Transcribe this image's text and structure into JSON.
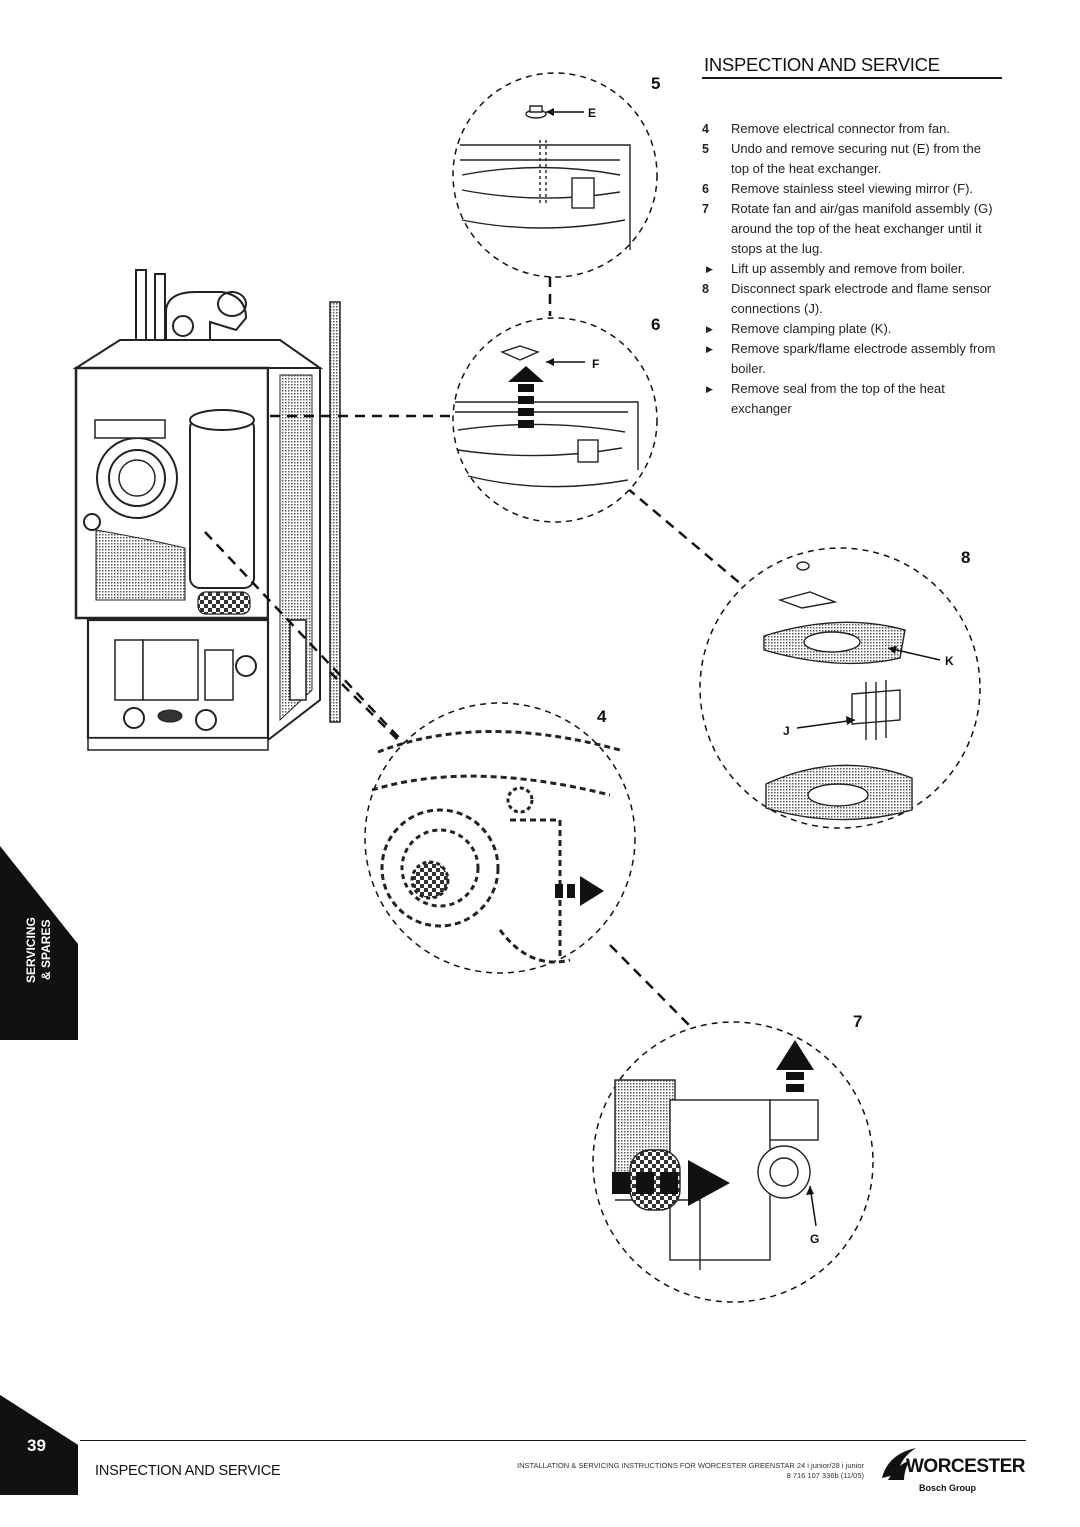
{
  "header": {
    "title": "INSPECTION AND SERVICE"
  },
  "steps": [
    {
      "marker": "4",
      "text": "Remove electrical connector from fan."
    },
    {
      "marker": "5",
      "text": "Undo and remove securing nut (E) from the top of the heat exchanger."
    },
    {
      "marker": "6",
      "text": "Remove stainless steel viewing mirror (F)."
    },
    {
      "marker": "7",
      "text": "Rotate fan and air/gas manifold assembly (G) around the top of the heat exchanger until it stops at the lug."
    },
    {
      "marker": "arrow",
      "text": "Lift up assembly and remove from boiler."
    },
    {
      "marker": "8",
      "text": "Disconnect spark electrode and flame sensor connections (J)."
    },
    {
      "marker": "arrow",
      "text": "Remove clamping plate (K)."
    },
    {
      "marker": "arrow",
      "text": "Remove spark/flame electrode assembly from boiler."
    },
    {
      "marker": "arrow",
      "text": "Remove seal from the top of the heat exchanger"
    }
  ],
  "figures": {
    "fig5": {
      "number": "5",
      "callout": "E"
    },
    "fig6": {
      "number": "6",
      "callout": "F"
    },
    "fig8": {
      "number": "8",
      "callouts": [
        "K",
        "J"
      ]
    },
    "fig4": {
      "number": "4"
    },
    "fig7": {
      "number": "7",
      "callout": "G"
    }
  },
  "side_tab": {
    "line1": "SERVICING",
    "line2": "& SPARES"
  },
  "footer": {
    "page_number": "39",
    "section": "INSPECTION AND SERVICE",
    "doc_title": "INSTALLATION & SERVICING INSTRUCTIONS FOR WORCESTER GREENSTAR 24 i junior/28 i junior",
    "doc_code": "8 716 107 336b (11/05)",
    "brand": "WORCESTER",
    "brand_group": "Bosch Group"
  },
  "colors": {
    "ink": "#1a1a1a",
    "tab": "#111111",
    "paper": "#ffffff"
  },
  "icons": [
    "step-arrow-icon",
    "worcester-flame-logo-icon"
  ]
}
